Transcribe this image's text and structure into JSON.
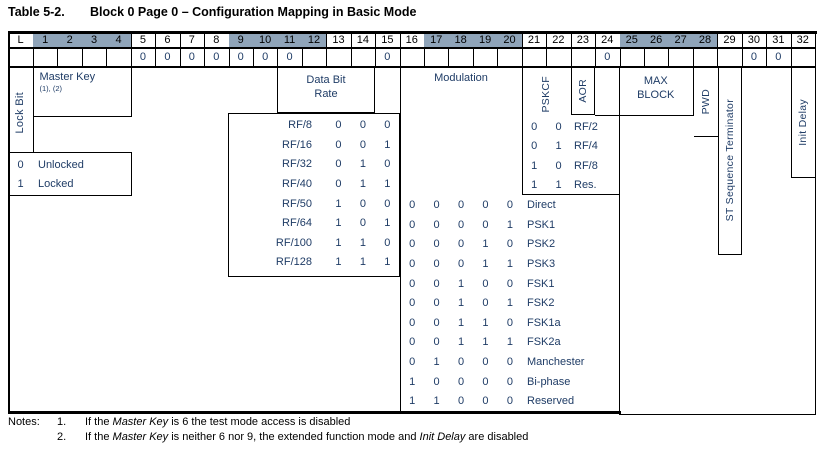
{
  "title": {
    "label": "Table 5-2.",
    "text": "Block 0 Page 0 – Configuration Mapping in Basic Mode"
  },
  "colors": {
    "header_shade": "#8fa4b9",
    "content_text": "#1f3c66",
    "line": "#000000"
  },
  "header": {
    "lock_col_label": "L",
    "bit_labels": [
      "1",
      "2",
      "3",
      "4",
      "5",
      "6",
      "7",
      "8",
      "9",
      "10",
      "11",
      "12",
      "13",
      "14",
      "15",
      "16",
      "17",
      "18",
      "19",
      "20",
      "21",
      "22",
      "23",
      "24",
      "25",
      "26",
      "27",
      "28",
      "29",
      "30",
      "31",
      "32"
    ],
    "shaded_groups": [
      [
        1,
        4
      ],
      [
        9,
        12
      ],
      [
        17,
        20
      ],
      [
        25,
        28
      ]
    ],
    "values": {
      "5": "0",
      "6": "0",
      "7": "0",
      "8": "0",
      "9": "0",
      "10": "0",
      "11": "0",
      "15": "0",
      "24": "0",
      "30": "0",
      "31": "0"
    }
  },
  "sections": {
    "lock_bit": {
      "label": "Lock Bit",
      "legend": [
        {
          "bit": "0",
          "label": "Unlocked"
        },
        {
          "bit": "1",
          "label": "Locked"
        }
      ]
    },
    "master_key": {
      "label": "Master Key",
      "superscript": "(1), (2)"
    },
    "data_bit_rate": {
      "label": "Data Bit Rate",
      "rows": [
        {
          "label": "RF/8",
          "bits": "000"
        },
        {
          "label": "RF/16",
          "bits": "001"
        },
        {
          "label": "RF/32",
          "bits": "010"
        },
        {
          "label": "RF/40",
          "bits": "011"
        },
        {
          "label": "RF/50",
          "bits": "100"
        },
        {
          "label": "RF/64",
          "bits": "101"
        },
        {
          "label": "RF/100",
          "bits": "110"
        },
        {
          "label": "RF/128",
          "bits": "111"
        }
      ]
    },
    "modulation": {
      "label": "Modulation",
      "rows": [
        {
          "bits": "00000",
          "label": "Direct"
        },
        {
          "bits": "00001",
          "label": "PSK1"
        },
        {
          "bits": "00010",
          "label": "PSK2"
        },
        {
          "bits": "00011",
          "label": "PSK3"
        },
        {
          "bits": "00100",
          "label": "FSK1"
        },
        {
          "bits": "00101",
          "label": "FSK2"
        },
        {
          "bits": "00110",
          "label": "FSK1a"
        },
        {
          "bits": "00111",
          "label": "FSK2a"
        },
        {
          "bits": "01000",
          "label": "Manchester"
        },
        {
          "bits": "10000",
          "label": "Bi-phase"
        },
        {
          "bits": "11000",
          "label": "Reserved"
        }
      ]
    },
    "pskcf": {
      "label": "PSKCF",
      "aor_label": "AOR",
      "rows": [
        {
          "bits": "00",
          "label": "RF/2"
        },
        {
          "bits": "01",
          "label": "RF/4"
        },
        {
          "bits": "10",
          "label": "RF/8"
        },
        {
          "bits": "11",
          "label": "Res."
        }
      ]
    },
    "max_block": {
      "label": "MAX BLOCK"
    },
    "pwd": {
      "label": "PWD"
    },
    "st_sequence_terminator": {
      "label": "ST Sequence Terminator"
    },
    "init_delay": {
      "label": "Init Delay"
    }
  },
  "notes": {
    "label": "Notes:",
    "items": [
      {
        "num": "1.",
        "segments": [
          {
            "t": "If the "
          },
          {
            "t": "Master Key",
            "i": true
          },
          {
            "t": " is 6 the test mode access is disabled"
          }
        ]
      },
      {
        "num": "2.",
        "segments": [
          {
            "t": "If the "
          },
          {
            "t": "Master Key",
            "i": true
          },
          {
            "t": " is neither 6 nor 9, the extended function mode and "
          },
          {
            "t": "Init Delay",
            "i": true
          },
          {
            "t": " are disabled"
          }
        ]
      }
    ]
  }
}
